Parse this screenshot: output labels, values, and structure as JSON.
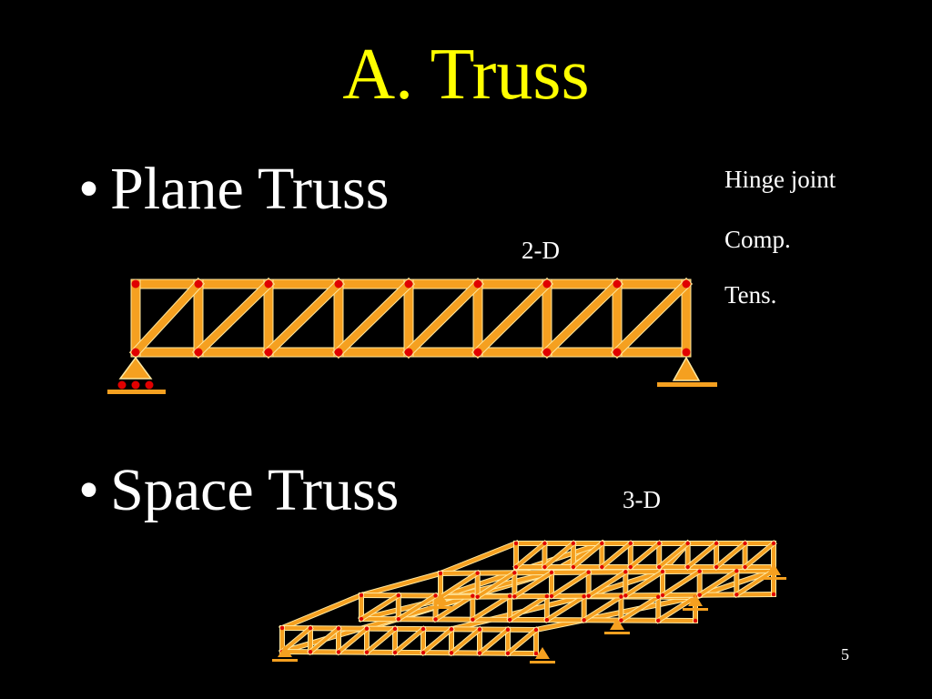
{
  "slide": {
    "title": "A. Truss",
    "bullets": [
      {
        "marker": "•",
        "text": "Plane Truss"
      },
      {
        "marker": "•",
        "text": "Space Truss"
      }
    ],
    "plane_label": "2-D",
    "space_label": "3-D",
    "legend": [
      "Hinge joint",
      "Comp.",
      "Tens."
    ],
    "page_number": "5"
  },
  "colors": {
    "background": "#000000",
    "title": "#ffff00",
    "text": "#ffffff",
    "member_fill": "#f5a020",
    "member_edge": "#ffe8a0",
    "joint": "#e00000",
    "support": "#f5a020"
  },
  "icons": {
    "pin_support": "pin-support-icon",
    "roller_support": "roller-support-icon"
  }
}
